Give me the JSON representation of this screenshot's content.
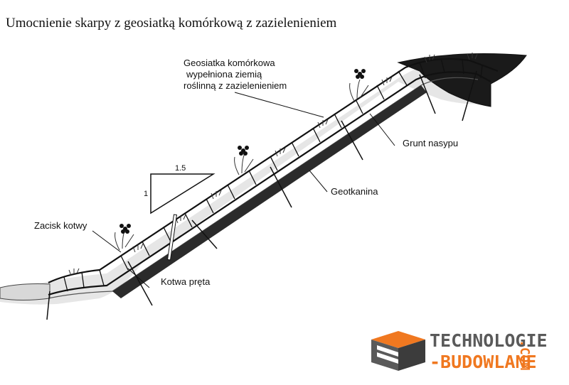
{
  "title": "Umocnienie skarpy z geosiatką komórkową z zazielenieniem",
  "labels": {
    "geocell_line1": "Geosiatka komórkowa",
    "geocell_line2": "wypełniona ziemią",
    "geocell_line3": "roślinną z zazielenieniem",
    "fill_soil": "Grunt nasypu",
    "geotextile": "Geotkanina",
    "anchor_clamp": "Zacisk kotwy",
    "rod_anchor": "Kotwa pręta"
  },
  "slope_ratio": {
    "horizontal": "1.5",
    "vertical": "1"
  },
  "logo": {
    "line1": "TECHNOLOGIE",
    "line2": "-BUDOWLANE",
    "suffix": ".COM",
    "colors": {
      "gray": "#5a5a5a",
      "orange": "#f07820",
      "dark": "#3c3c3c"
    }
  }
}
